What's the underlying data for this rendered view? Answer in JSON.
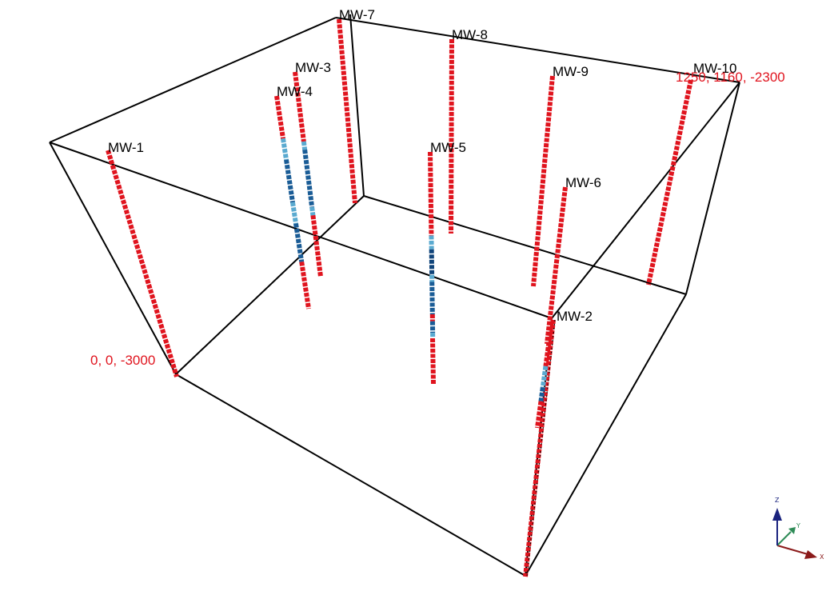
{
  "colors": {
    "box_edge": "#000000",
    "well_red": "#e0141e",
    "well_light_blue": "#5aaad0",
    "well_blue": "#1a5c96",
    "well_dark_blue": "#10447a",
    "label": "#000000",
    "coord": "#e0141e",
    "axis_x": "#8b1a1a",
    "axis_y": "#2e8b57",
    "axis_z": "#1a237e"
  },
  "coordinates": {
    "min": "0, 0, -3000",
    "max": "1250, 1160, -2300"
  },
  "axes": {
    "x": "X",
    "y": "Y",
    "z": "Z"
  },
  "wells": [
    {
      "name": "MW-1"
    },
    {
      "name": "MW-2"
    },
    {
      "name": "MW-3"
    },
    {
      "name": "MW-4"
    },
    {
      "name": "MW-5"
    },
    {
      "name": "MW-6"
    },
    {
      "name": "MW-7"
    },
    {
      "name": "MW-8"
    },
    {
      "name": "MW-9"
    },
    {
      "name": "MW-10"
    }
  ]
}
